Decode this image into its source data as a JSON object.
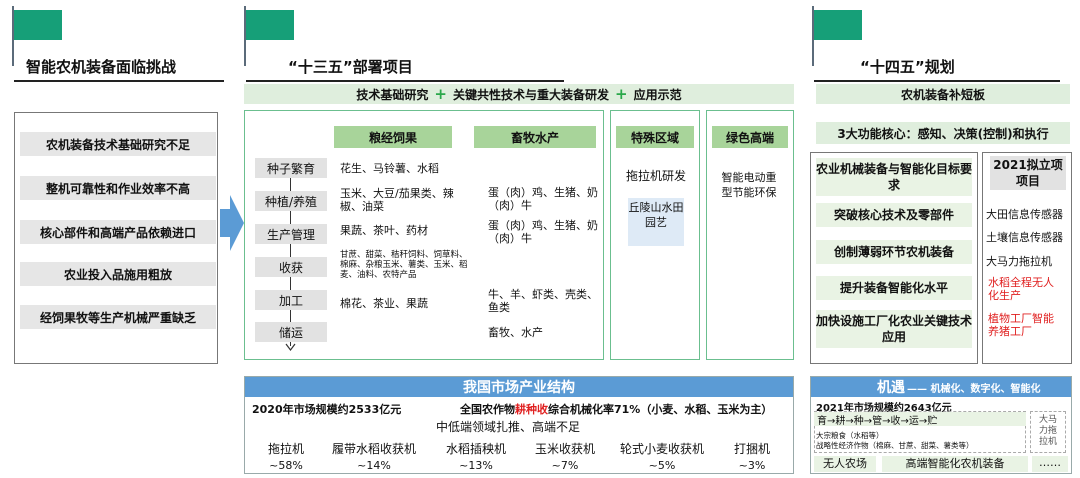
{
  "left": {
    "title": "智能农机装备面临挑战",
    "challenges": [
      "农机装备技术基础研究不足",
      "整机可靠性和作业效率不高",
      "核心部件和高端产品依赖进口",
      "农业投入品施用粗放",
      "经饲果牧等生产机械严重缺乏"
    ]
  },
  "middle": {
    "title": "“十三五”部署项目",
    "banner": {
      "a": "技术基础研究",
      "b": "关键共性技术与重大装备研发",
      "c": "应用示范",
      "plus": "+"
    },
    "col_heads": {
      "grain": "粮经饲果",
      "livestock": "畜牧水产",
      "special": "特殊区域",
      "green": "绿色高端"
    },
    "stages": [
      "种子繁育",
      "种植/养殖",
      "生产管理",
      "收获",
      "加工",
      "储运"
    ],
    "grain": [
      "花生、马铃薯、水稻",
      "玉米、大豆/茄果类、辣椒、油菜",
      "果蔬、茶叶、药材",
      "甘蔗、甜菜、秸秆饲料、饲草料、棉麻、杂粮玉米、薯类、玉米、稻麦、油料、农特产品",
      "棉花、茶业、果蔬",
      ""
    ],
    "livestock": [
      "",
      "蛋（肉）鸡、生猪、奶（肉）牛",
      "蛋（肉）鸡、生猪、奶（肉）牛",
      "",
      "牛、羊、虾类、壳类、鱼类",
      "畜牧、水产"
    ],
    "special": {
      "item": "拖拉机研发",
      "sub": "丘陵山水田园艺"
    },
    "green": {
      "item": "智能电动重型节能环保"
    }
  },
  "right": {
    "title": "“十四五”规划",
    "banner": "农机装备补短板",
    "core": "3大功能核心：感知、决策(控制)和执行",
    "goals": [
      "农业机械装备与智能化目标要求",
      "突破核心技术及零部件",
      "创制薄弱环节农机装备",
      "提升装备智能化水平",
      "加快设施工厂化农业关键技术应用"
    ],
    "projects_head": "2021拟立项项目",
    "projects": [
      {
        "text": "大田信息传感器",
        "color": "#111111"
      },
      {
        "text": "土壤信息传感器",
        "color": "#111111"
      },
      {
        "text": "大马力拖拉机",
        "color": "#111111"
      },
      {
        "text": "水稻全程无人化生产",
        "color": "#e02020"
      },
      {
        "text": "植物工厂智能养猪工厂",
        "color": "#e02020"
      }
    ]
  },
  "market": {
    "title": "我国市场产业结构",
    "size": "2020年市场规模约2533亿元",
    "mech_pre": "全国农作物",
    "mech_hl": "耕种收",
    "mech_post": "综合机械化率71%（小麦、水稻、玉米为主）",
    "sub": "中低端领域扎推、高端不足",
    "items": [
      {
        "name": "拖拉机",
        "pct": "~58%"
      },
      {
        "name": "履带水稻收获机",
        "pct": "~14%"
      },
      {
        "name": "水稻插秧机",
        "pct": "~13%"
      },
      {
        "name": "玉米收获机",
        "pct": "~7%"
      },
      {
        "name": "轮式小麦收获机",
        "pct": "~5%"
      },
      {
        "name": "打捆机",
        "pct": "~3%"
      }
    ]
  },
  "opp": {
    "title_a": "机遇",
    "title_b": "—— 机械化、数字化、智能化",
    "size": "2021年市场规模约2643亿元",
    "chain": "育→耕→种→管→收→运→贮",
    "crops1": "大宗粮食（水稻等）",
    "crops2": "战略性经济作物（棉麻、甘蔗、甜菜、薯类等）",
    "side": "大马力拖拉机",
    "b1": "无人农场",
    "b2": "高端智能化农机装备",
    "b3": "……"
  },
  "colors": {
    "green": "#169f78",
    "blue": "#5b9bd5",
    "arrow": "#5b9bd5",
    "red": "#e02020"
  }
}
